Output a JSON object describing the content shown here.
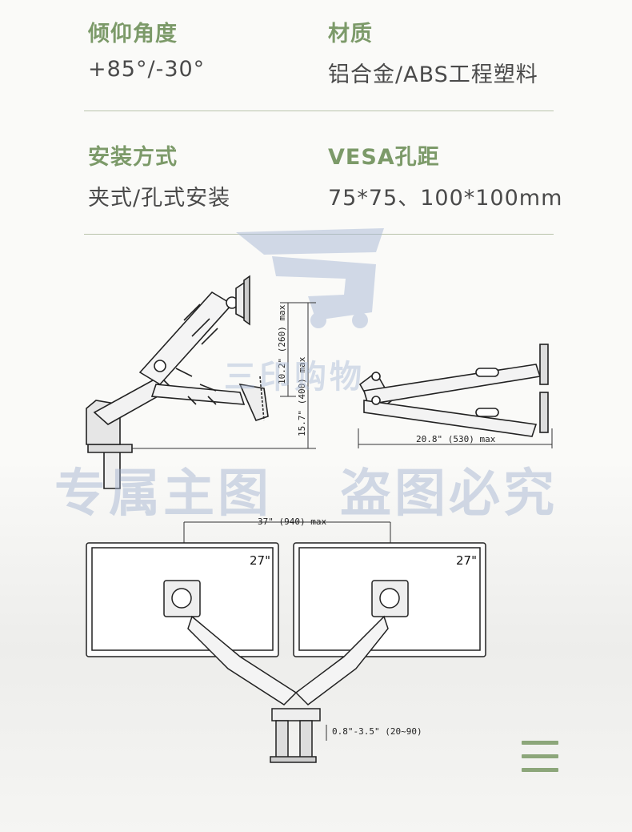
{
  "colors": {
    "label": "#7c9a69",
    "value": "#4a4a4a",
    "divider": "#b9c3ab",
    "watermark": "#9fb0cf"
  },
  "specs": [
    {
      "label": "倾仰角度",
      "value": "+85°/-30°"
    },
    {
      "label": "材质",
      "value": "铝合金/ABS工程塑料"
    },
    {
      "label": "安装方式",
      "value": "夹式/孔式安装"
    },
    {
      "label": "VESA孔距",
      "value": "75*75、100*100mm"
    }
  ],
  "watermark": {
    "small": "三印购物",
    "left": "专属主图",
    "right": "盗图必究"
  },
  "dimensions": {
    "height_min": "10.2\" (260) max",
    "height_max": "15.7\" (400) max",
    "depth": "20.8\" (530) max",
    "width": "37\" (940) max",
    "clamp": "0.8\"-3.5\" (20~90)"
  },
  "monitors": {
    "left": "27\"",
    "right": "27\""
  },
  "menu_icon": "hamburger-menu-icon"
}
